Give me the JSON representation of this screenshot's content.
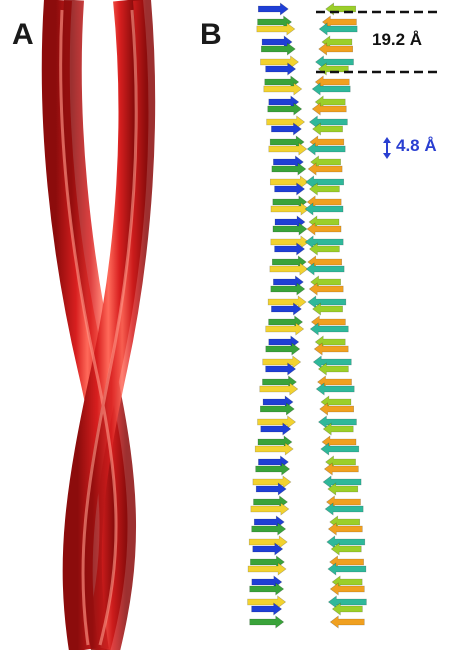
{
  "panels": {
    "a_label": "A",
    "b_label": "B"
  },
  "measurements": {
    "pitch": "19.2 Å",
    "rise": "4.8 Å"
  },
  "colors": {
    "coil_red": "#d81f1f",
    "coil_highlight": "#ff6a5a",
    "coil_shadow": "#8c0c0c",
    "strand_blue": "#1f3fd6",
    "strand_teal": "#2fb89a",
    "strand_green": "#3aa33a",
    "strand_lime": "#9bcf2a",
    "strand_yellow": "#f2d230",
    "strand_orange": "#f0a020",
    "annotation_blue": "#2a3fd1",
    "annotation_black": "#111111"
  },
  "icons": {
    "rise_marker": "double-arrow-vertical-icon"
  }
}
